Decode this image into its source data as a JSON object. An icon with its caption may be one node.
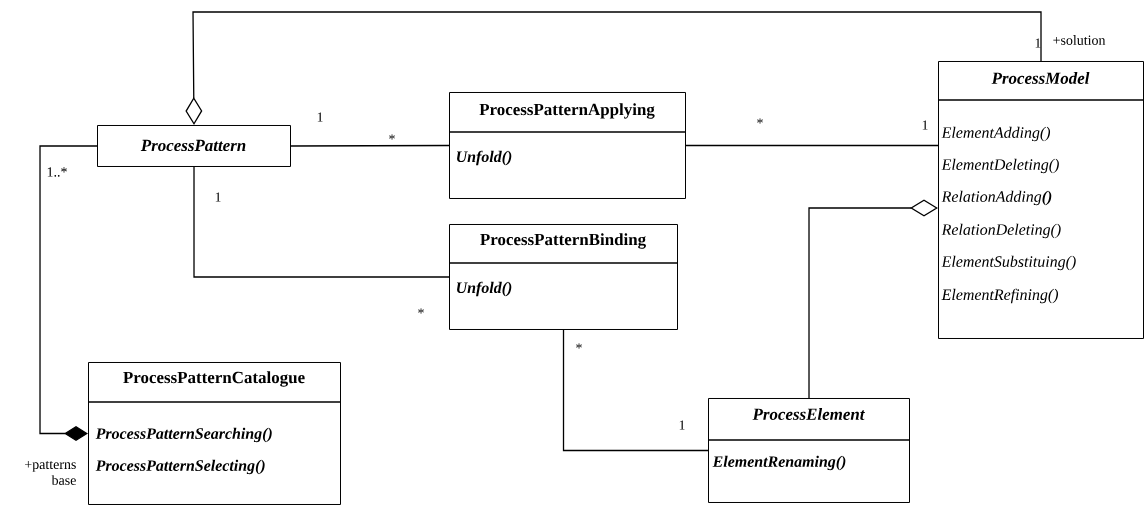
{
  "diagram": {
    "nodes": [
      {
        "text": [
          "ProcessPattern"
        ]
      },
      {
        "text": [
          "ProcessPatternApplying",
          "Unfold()"
        ]
      },
      {
        "text": [
          "ProcessModel",
          "ElementAdding()",
          "ElementDeleting()",
          "RelationAdding**()**",
          "RelationDeleting()",
          "ElementSubstituing()",
          "ElementRefining()"
        ]
      },
      {
        "text": [
          "ProcessPatternBinding",
          "Unfold()"
        ]
      },
      {
        "text": [
          "ProcessPatternCatalogue",
          "ProcessPatternSearching()",
          "ProcessPatternSelecting()"
        ]
      },
      {
        "text": [
          "ProcessElement",
          "ElementRenaming()"
        ]
      }
    ],
    "edges": [
      {
        "from": 0,
        "to": 2,
        "arrow": "other"
      },
      {
        "from": 0,
        "to": 1,
        "arrow": "none"
      },
      {
        "from": 1,
        "to": 2,
        "arrow": "none"
      },
      {
        "from": 0,
        "to": 3,
        "arrow": "none"
      },
      {
        "from": 4,
        "to": 0,
        "arrow": "other"
      },
      {
        "from": 3,
        "to": 5,
        "arrow": "none"
      },
      {
        "from": 2,
        "to": 5,
        "arrow": "other"
      }
    ],
    "labels": [
      "1",
      "+solution",
      "1",
      "*",
      "*",
      "1",
      "1..*",
      "1",
      "*",
      "*",
      "1",
      "+patterns base"
    ]
  }
}
